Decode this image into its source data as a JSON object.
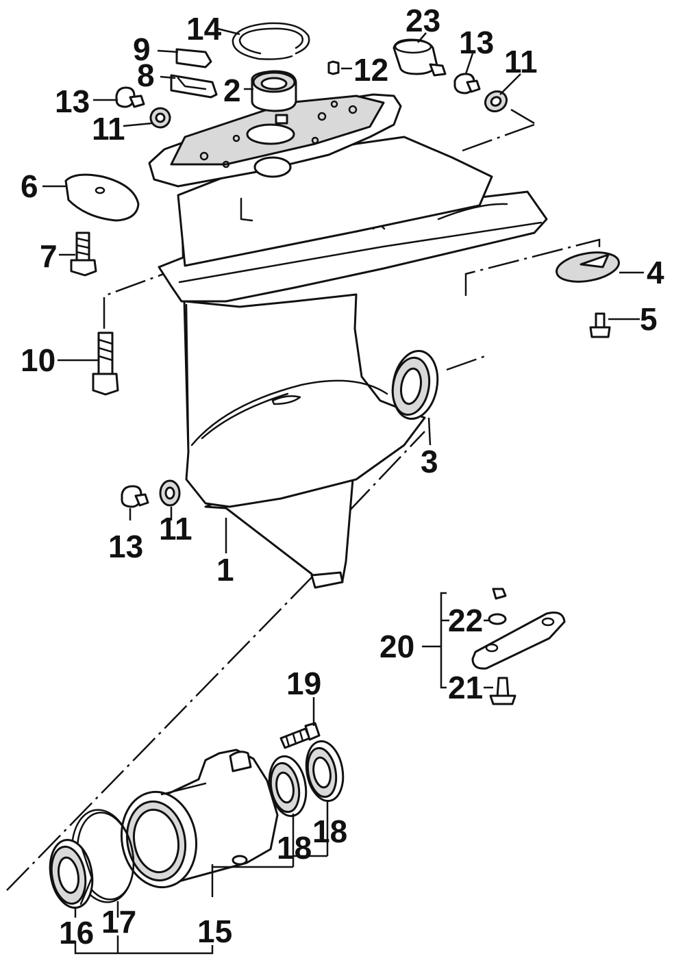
{
  "diagram": {
    "callouts": {
      "c1": "1",
      "c2": "2",
      "c3": "3",
      "c4": "4",
      "c5": "5",
      "c6": "6",
      "c7": "7",
      "c8": "8",
      "c9": "9",
      "c10": "10",
      "c11a": "11",
      "c11b": "11",
      "c11c": "11",
      "c12": "12",
      "c13a": "13",
      "c13b": "13",
      "c13c": "13",
      "c14": "14",
      "c15": "15",
      "c16": "16",
      "c17": "17",
      "c18a": "18",
      "c18b": "18",
      "c19": "19",
      "c20": "20",
      "c21": "21",
      "c22": "22",
      "c23": "23"
    }
  }
}
